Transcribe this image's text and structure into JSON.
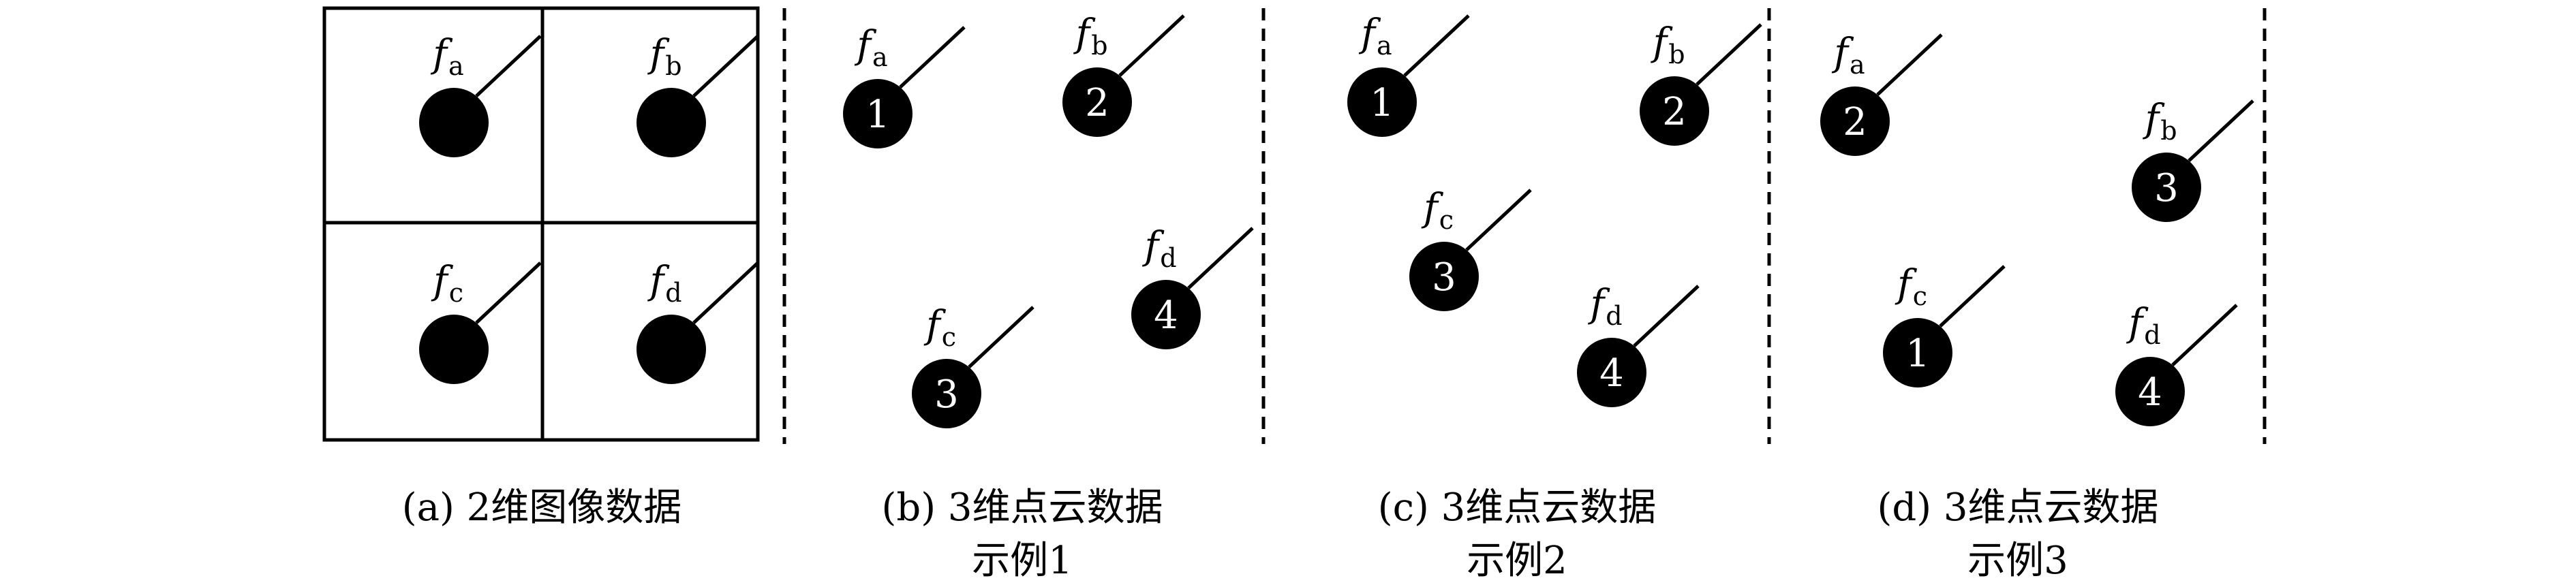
{
  "panels": [
    {
      "id": "a",
      "caption_line1": "(a) 2维图像数据",
      "caption_line2": "",
      "nodes": [
        {
          "label": "",
          "feature_base": "f",
          "feature_sub": "a"
        },
        {
          "label": "",
          "feature_base": "f",
          "feature_sub": "b"
        },
        {
          "label": "",
          "feature_base": "f",
          "feature_sub": "c"
        },
        {
          "label": "",
          "feature_base": "f",
          "feature_sub": "d"
        }
      ]
    },
    {
      "id": "b",
      "caption_line1": "(b) 3维点云数据",
      "caption_line2": "示例1",
      "nodes": [
        {
          "label": "1",
          "feature_base": "f",
          "feature_sub": "a"
        },
        {
          "label": "2",
          "feature_base": "f",
          "feature_sub": "b"
        },
        {
          "label": "3",
          "feature_base": "f",
          "feature_sub": "c"
        },
        {
          "label": "4",
          "feature_base": "f",
          "feature_sub": "d"
        }
      ]
    },
    {
      "id": "c",
      "caption_line1": "(c) 3维点云数据",
      "caption_line2": "示例2",
      "nodes": [
        {
          "label": "1",
          "feature_base": "f",
          "feature_sub": "a"
        },
        {
          "label": "2",
          "feature_base": "f",
          "feature_sub": "b"
        },
        {
          "label": "3",
          "feature_base": "f",
          "feature_sub": "c"
        },
        {
          "label": "4",
          "feature_base": "f",
          "feature_sub": "d"
        }
      ]
    },
    {
      "id": "d",
      "caption_line1": "(d) 3维点云数据",
      "caption_line2": "示例3",
      "nodes": [
        {
          "label": "2",
          "feature_base": "f",
          "feature_sub": "a"
        },
        {
          "label": "3",
          "feature_base": "f",
          "feature_sub": "b"
        },
        {
          "label": "1",
          "feature_base": "f",
          "feature_sub": "c"
        },
        {
          "label": "4",
          "feature_base": "f",
          "feature_sub": "d"
        }
      ]
    }
  ]
}
